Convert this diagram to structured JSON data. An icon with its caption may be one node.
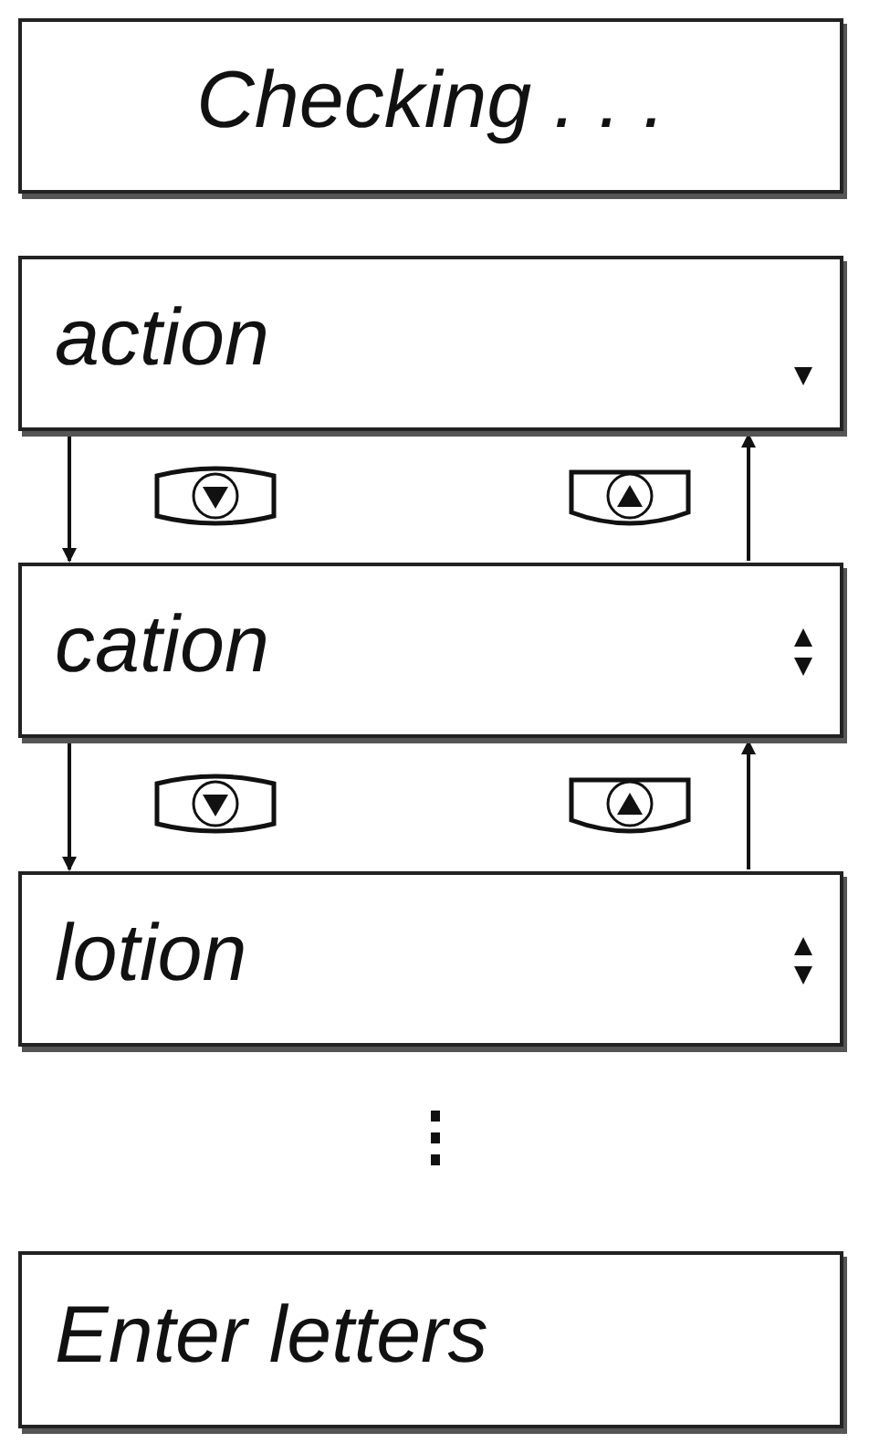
{
  "diagram": {
    "nodes": [
      {
        "text": [
          "Checking . . ."
        ]
      },
      {
        "text": [
          "action"
        ]
      },
      {
        "text": [
          "cation"
        ]
      },
      {
        "text": [
          "lotion"
        ]
      },
      {
        "text": [
          "Enter letters"
        ]
      }
    ],
    "edges": [
      {
        "from": 1,
        "to": 2,
        "arrow": "to"
      },
      {
        "from": 2,
        "to": 1,
        "arrow": "to"
      },
      {
        "from": 2,
        "to": 3,
        "arrow": "to"
      },
      {
        "from": 3,
        "to": 2,
        "arrow": "to"
      }
    ]
  }
}
